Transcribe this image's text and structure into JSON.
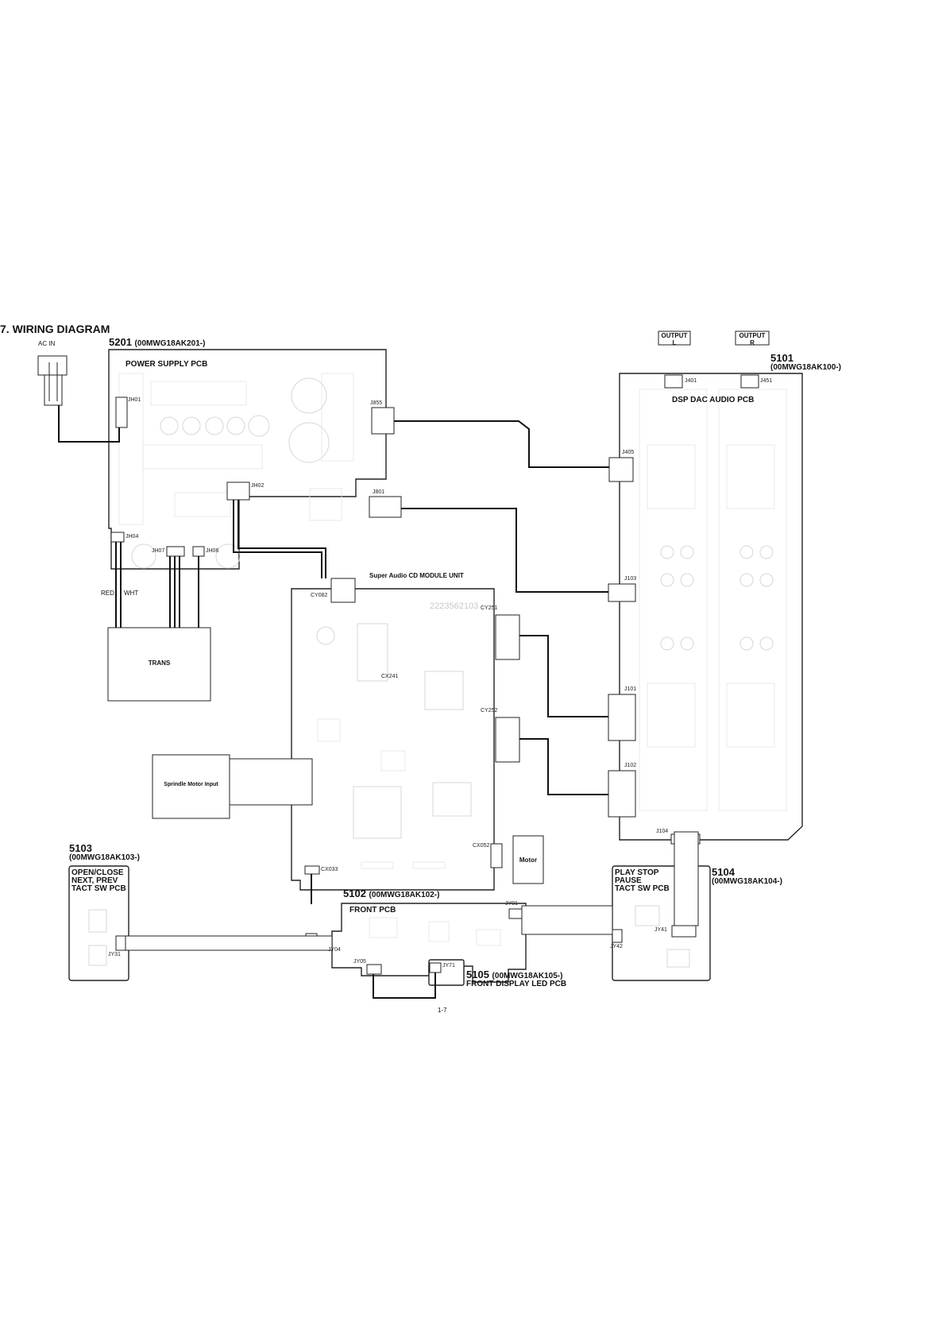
{
  "diagram": {
    "title": "7. WIRING DIAGRAM",
    "page_number": "1-7"
  },
  "ac_in": "AC IN",
  "modules": {
    "m5201": {
      "number": "5201",
      "part": "(00MWG18AK201-)",
      "label": "POWER SUPPLY PCB"
    },
    "m5101": {
      "number": "5101",
      "part": "(00MWG18AK100-)",
      "label": "DSP DAC AUDIO PCB"
    },
    "sacd": {
      "label": "Super Audio CD MODULE UNIT",
      "marking": "2223562103"
    },
    "m5103": {
      "number": "5103",
      "part": "(00MWG18AK103-)",
      "label": "OPEN/CLOSE\nNEXT, PREV\nTACT SW PCB"
    },
    "m5102": {
      "number": "5102",
      "part": "(00MWG18AK102-)",
      "label": "FRONT PCB"
    },
    "m5104": {
      "number": "5104",
      "part": "(00MWG18AK104-)",
      "label": "PLAY STOP\nPAUSE\nTACT SW PCB"
    },
    "m5105": {
      "number": "5105",
      "part": "(00MWG18AK105-)",
      "label": "FRONT DISPLAY LED PCB"
    }
  },
  "boxes": {
    "output_l": "OUTPUT\nL",
    "output_r": "OUTPUT\nR",
    "trans": "TRANS",
    "spindle": "Sprindle Motor Input",
    "motor": "Motor"
  },
  "wire_colors": {
    "red": "RED",
    "wht": "WHT"
  },
  "connectors": {
    "jh01": "JH01",
    "j855": "J855",
    "jh02": "JH02",
    "j801": "J801",
    "jh04": "JH04",
    "jh07": "JH07",
    "jh06": "JH06",
    "j401": "J401",
    "j451": "J451",
    "j405": "J405",
    "j103": "J103",
    "j101": "J101",
    "j102": "J102",
    "j104": "J104",
    "cy082": "CY082",
    "cy251": "CY251",
    "cx241": "CX241",
    "cy252": "CY252",
    "cx052": "CX052",
    "cx033": "CX033",
    "jy01": "JY01",
    "jy04": "JY04",
    "jy05": "JY05",
    "jy71": "JY71",
    "jy31": "JY31",
    "jy41": "JY41",
    "jy42": "JY42"
  },
  "colors": {
    "line": "#111111",
    "faint_traces": "#d7d7d7",
    "background": "#ffffff"
  }
}
